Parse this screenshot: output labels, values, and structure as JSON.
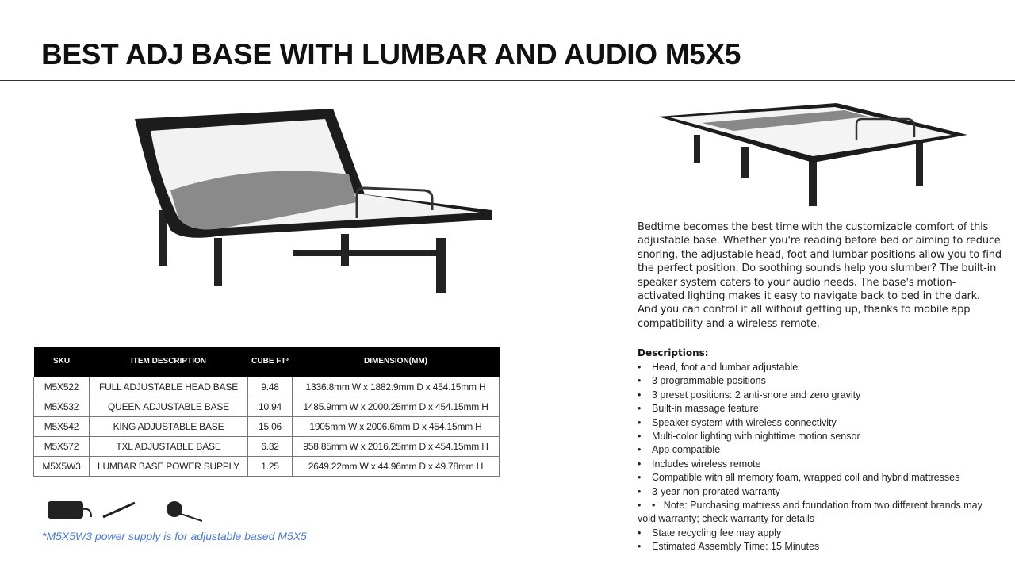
{
  "title": "BEST ADJ BASE WITH LUMBAR AND AUDIO M5X5",
  "table": {
    "headers": [
      "SKU",
      "ITEM DESCRIPTION",
      "CUBE FT³",
      "DIMENSION(MM)"
    ],
    "rows": [
      [
        "M5X522",
        "FULL ADJUSTABLE HEAD BASE",
        "9.48",
        "1336.8mm W x 1882.9mm D x 454.15mm H"
      ],
      [
        "M5X532",
        "QUEEN ADJUSTABLE BASE",
        "10.94",
        "1485.9mm W x 2000.25mm D x 454.15mm H"
      ],
      [
        "M5X542",
        "KING ADJUSTABLE BASE",
        "15.06",
        "1905mm W x 2006.6mm D x 454.15mm H"
      ],
      [
        "M5X572",
        "TXL ADJUSTABLE BASE",
        "6.32",
        "958.85mm W x 2016.25mm D x 454.15mm H"
      ],
      [
        "M5X5W3",
        "LUMBAR BASE POWER SUPPLY",
        "1.25",
        "2649.22mm W x 44.96mm D x 49.78mm H"
      ]
    ]
  },
  "note": "*M5X5W3 power supply is for adjustable based M5X5",
  "description": "Bedtime becomes the best time with the customizable comfort of this adjustable base. Whether you're reading before bed or aiming to reduce snoring, the adjustable head, foot and lumbar positions allow you to find the perfect position. Do soothing sounds help you slumber? The built-in speaker system caters to your audio needs. The base's motion-activated lighting makes it easy to navigate back to bed in the dark. And you can control it all without getting up, thanks to mobile app compatibility and a wireless remote.",
  "descriptions_heading": "Descriptions:",
  "features": [
    "Head, foot and lumbar adjustable",
    "3 programmable positions",
    "3 preset positions: 2 anti-snore and zero gravity",
    "Built-in massage feature",
    "Speaker system with wireless connectivity",
    "Multi-color lighting with nighttime motion sensor",
    "App compatible",
    "Includes wireless remote",
    "Compatible with all memory foam, wrapped coil and hybrid mattresses",
    "3-year non-prorated warranty",
    "Note: Purchasing mattress and foundation from two different brands may void warranty; check warranty for details",
    "State recycling fee may apply",
    "Estimated Assembly Time: 15 Minutes"
  ]
}
